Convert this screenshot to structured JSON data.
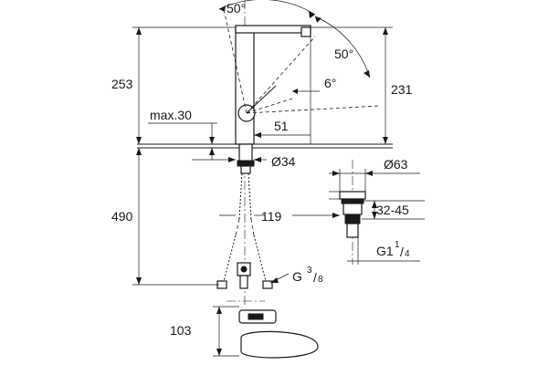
{
  "dimensions": {
    "angle_top": "50°",
    "angle_right": "50°",
    "angle_small": "6°",
    "height_total": "253",
    "spout_height": "231",
    "max_deck": "max.30",
    "reach": "51",
    "hole_diameter": "Ø34",
    "hose_length": "490",
    "shank_length": "119",
    "thread_inlet": "G",
    "thread_inlet_num": "3",
    "thread_inlet_den": "8",
    "drain_diameter": "Ø63",
    "drain_range": "32-45",
    "drain_thread": "G1",
    "drain_thread_num": "1",
    "drain_thread_den": "4",
    "lever_height": "103"
  }
}
